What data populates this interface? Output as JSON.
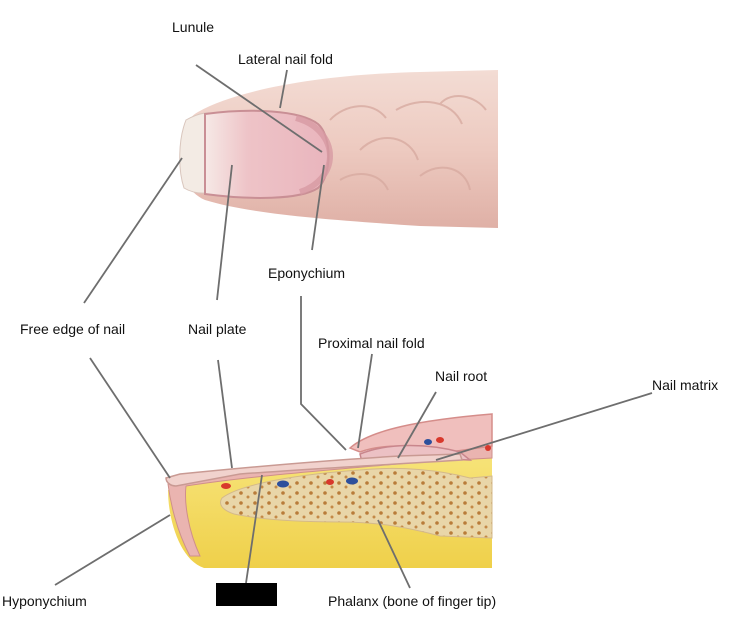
{
  "labels": {
    "lunule": "Lunule",
    "lateral_nail_fold": "Lateral nail fold",
    "eponychium": "Eponychium",
    "free_edge_of_nail": "Free edge of nail",
    "nail_plate": "Nail plate",
    "proximal_nail_fold": "Proximal nail fold",
    "nail_root": "Nail root",
    "nail_matrix": "Nail matrix",
    "hyponychium": "Hyponychium",
    "phalanx": "Phalanx (bone of finger tip)"
  },
  "colors": {
    "skin": "#efcfc6",
    "nail": "#eec3c7",
    "fat": "#f4dc5c",
    "bone": "#e9d6a8",
    "bone_dots": "#b97c3a",
    "dermis": "#eab4b0",
    "leader_line": "#6e6e6e",
    "vessel_red": "#d8382c",
    "vessel_blue": "#2d4f9c"
  }
}
